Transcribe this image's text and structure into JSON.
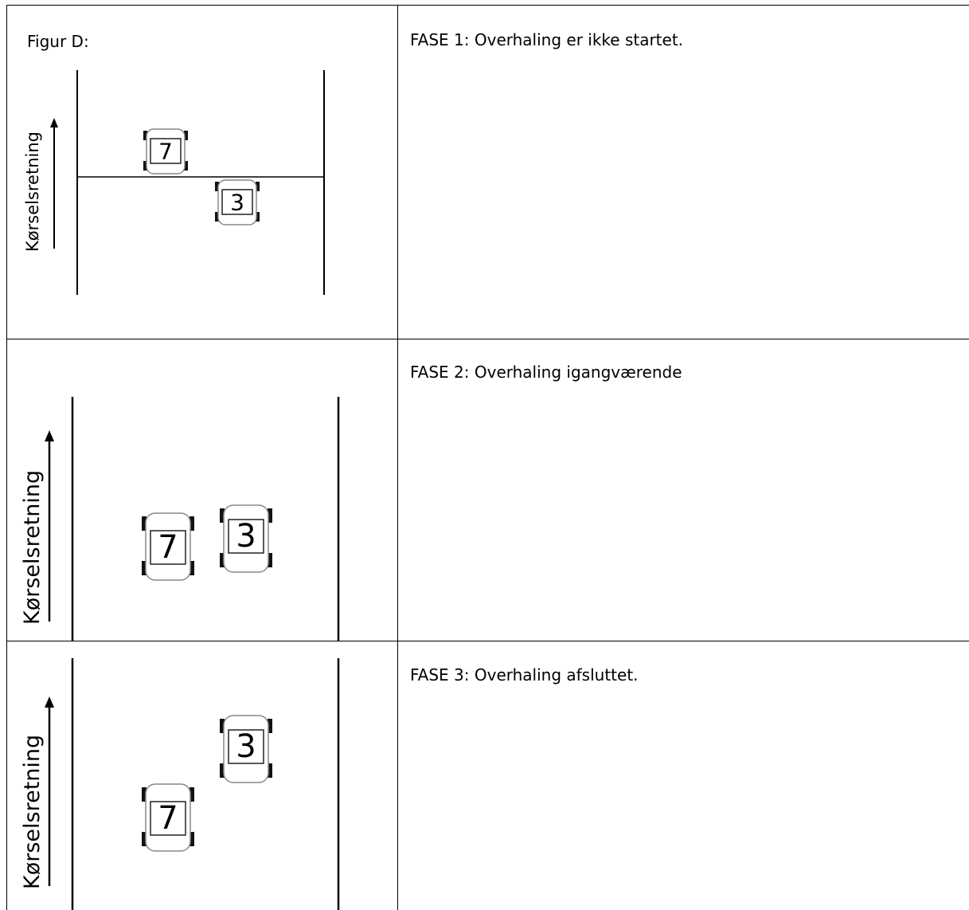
{
  "rows": [
    {
      "figure_title": "Figur D:",
      "phase_text": "FASE 1: Overhaling er ikke startet.",
      "direction_label": "Kørselsretning",
      "cars": {
        "first": "7",
        "second": "3"
      }
    },
    {
      "figure_title": "",
      "phase_text": "FASE 2: Overhaling igangværende",
      "direction_label": "Kørselsretning",
      "cars": {
        "first": "7",
        "second": "3"
      }
    },
    {
      "figure_title": "",
      "phase_text": "FASE 3: Overhaling afsluttet.",
      "direction_label": "Kørselsretning",
      "cars": {
        "first": "7",
        "second": "3"
      }
    }
  ]
}
